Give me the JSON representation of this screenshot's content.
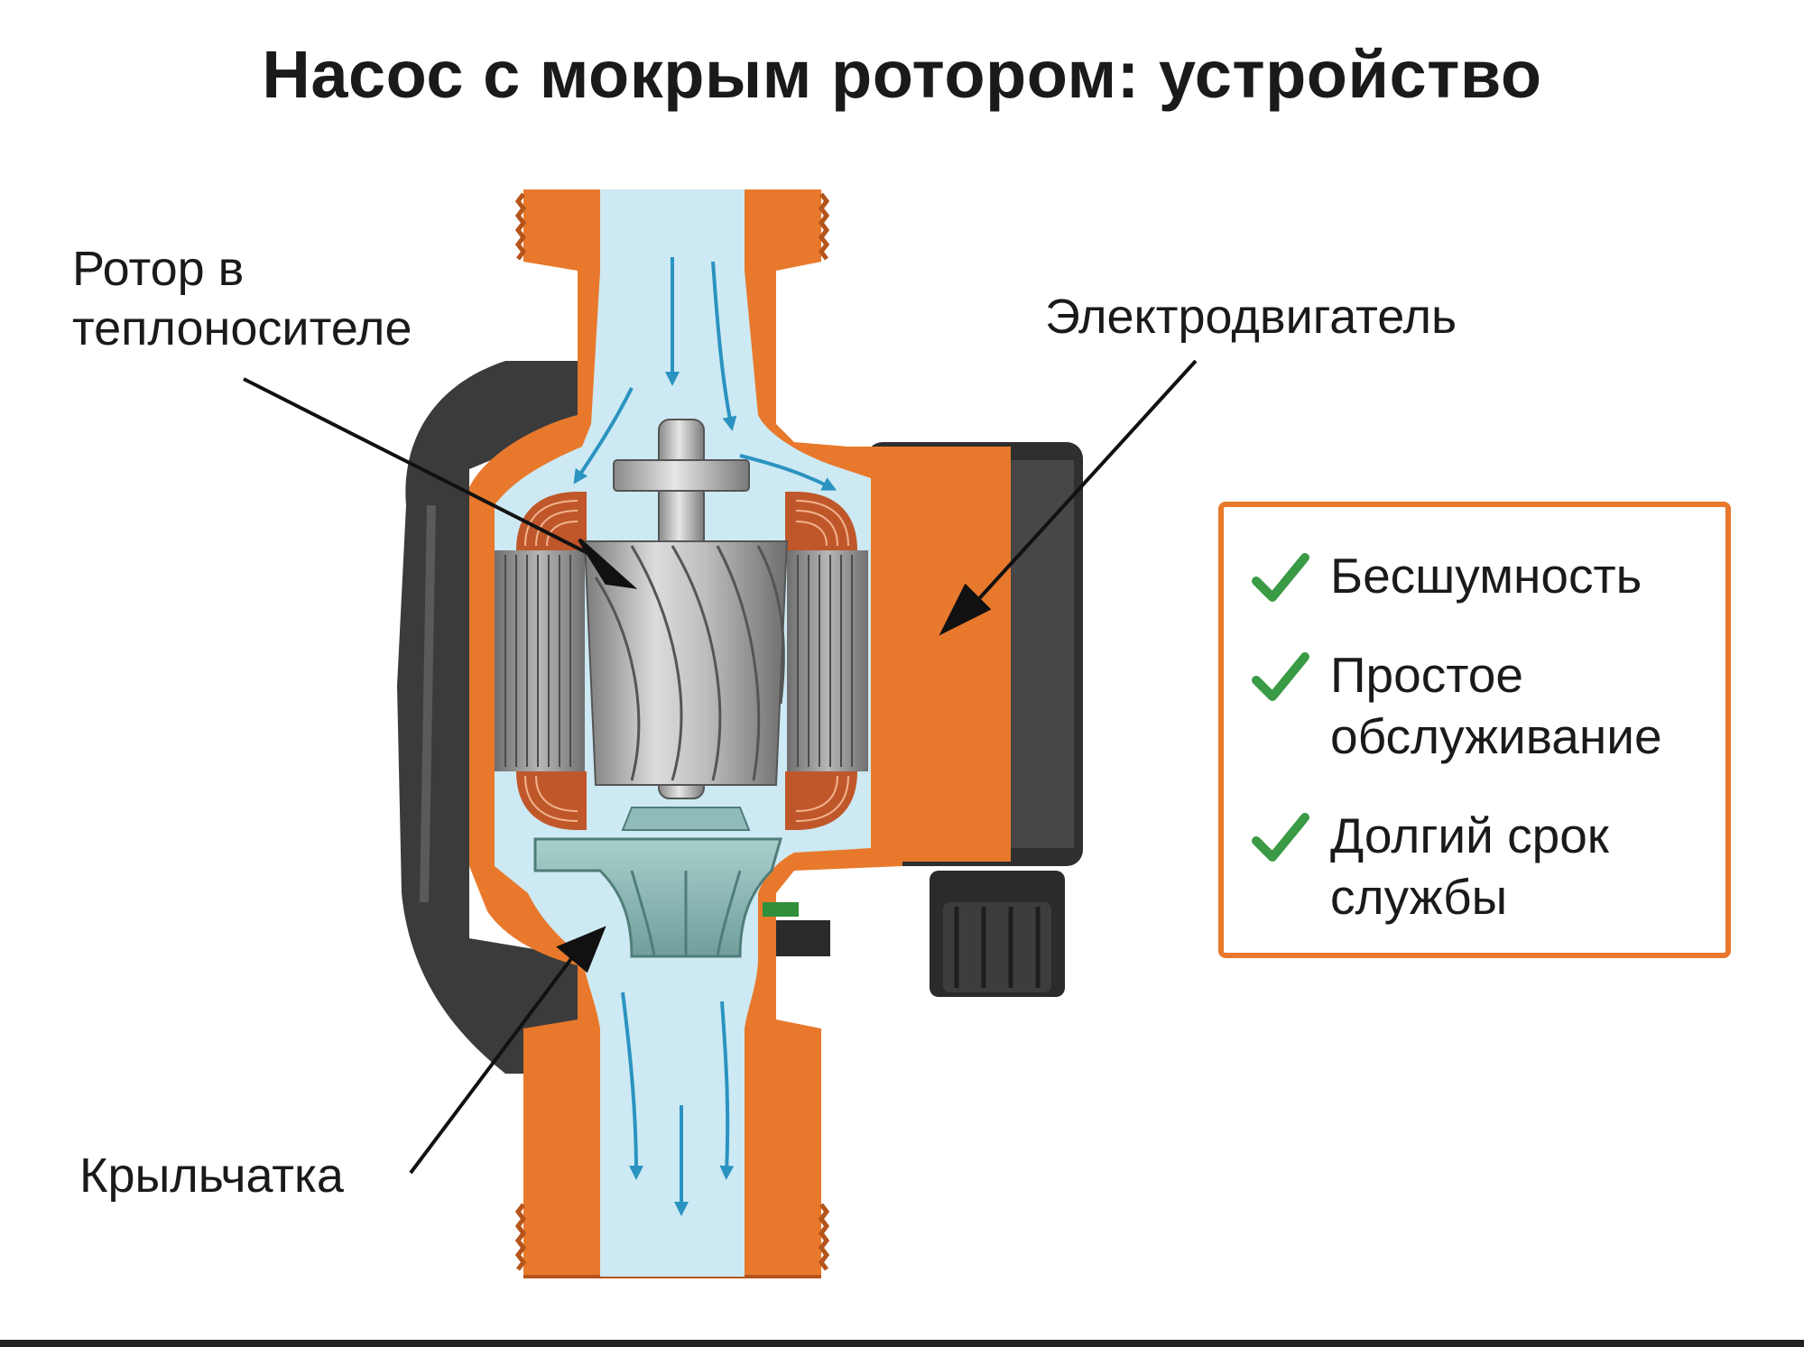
{
  "title": "Насос с мокрым ротором: устройство",
  "labels": {
    "rotor": "Ротор в\nтеплоносителе",
    "motor": "Электродвигатель",
    "impeller": "Крыльчатка"
  },
  "benefits": [
    "Бесшумность",
    "Простое\nобслуживание",
    "Долгий срок\nслужбы"
  ],
  "colors": {
    "housing_orange": "#e8792c",
    "water_blue": "#cde9f3",
    "flow_arrow": "#2a93c0",
    "winding": "#c0572a",
    "check_green": "#3a9a45",
    "dark_casing": "#3b3b3b"
  },
  "icons": [
    "check-icon",
    "flow-arrow-icon",
    "pointer-arrow-icon"
  ]
}
